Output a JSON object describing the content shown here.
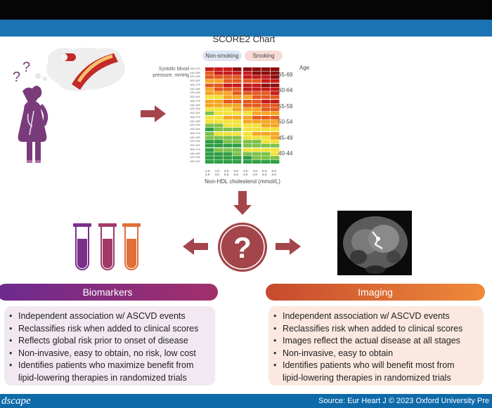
{
  "header": {
    "chart_title": "SCORE2 Chart"
  },
  "chart_tabs": [
    "Non-smoking",
    "Smoking"
  ],
  "chart_labels": {
    "sbp": [
      "Systolic blood",
      "pressure, mmHg"
    ],
    "age_title": "Age",
    "ages": [
      "65-69",
      "60-64",
      "55-59",
      "50-54",
      "45-49",
      "40-44"
    ],
    "sbp_rows": [
      "160-179",
      "140-159",
      "120-139",
      "100-119"
    ],
    "x_ticks": [
      "3.0-3.9",
      "4.0-4.9",
      "5.0-5.9",
      "6.0-6.9",
      "3.0-3.9",
      "4.0-4.9",
      "5.0-5.9",
      "6.0-6.9"
    ],
    "xlabel": "Non-HDL cholesterol (mmol/L)"
  },
  "question_mark": "?",
  "biomarkers": {
    "title": "Biomarkers",
    "items": [
      "Independent association w/ ASCVD events",
      "Reclassifies risk when added to clinical scores",
      "Reflects global risk prior to onset of disease",
      "Non-invasive, easy to obtain, no risk, low cost",
      "Identifies patients who maximize benefit from"
    ],
    "continuation": "lipid-lowering therapies in randomized trials"
  },
  "imaging": {
    "title": "Imaging",
    "items": [
      "Independent association w/ ASCVD events",
      "Reclassifies risk when added to clinical scores",
      "Images reflect the actual disease at all stages",
      "Non-invasive, easy to obtain",
      "Identifies patients who will benefit most from"
    ],
    "continuation": "lipid-lowering therapies in randomized trials"
  },
  "footer": {
    "brand": "dscape",
    "source": "Source: Eur Heart J © 2023 Oxford University Pre"
  },
  "colors": {
    "biomarker_purple": "#6d2a8f",
    "biomarker_magenta": "#a2306b",
    "imaging_orange": "#ef8a3a",
    "imaging_red": "#c64a2d",
    "arrow": "#a3454a",
    "header_blue": "#1c73b4"
  }
}
